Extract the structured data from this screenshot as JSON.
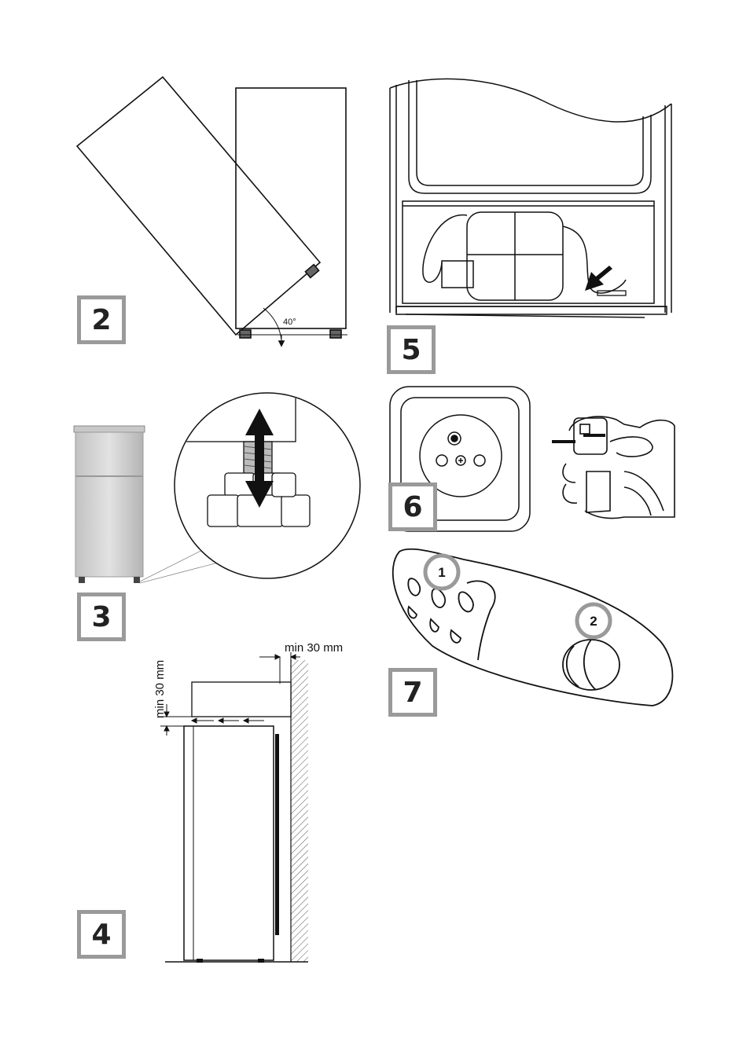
{
  "figures": {
    "fig2": {
      "number": "2",
      "angle_label": "40°"
    },
    "fig3": {
      "number": "3"
    },
    "fig4": {
      "number": "4",
      "top_gap_label": "min 30 mm",
      "side_gap_label": "min 30 mm"
    },
    "fig5": {
      "number": "5"
    },
    "fig6": {
      "number": "6"
    },
    "fig7": {
      "number": "7",
      "callout_1": "1",
      "callout_2": "2"
    }
  },
  "colors": {
    "badge_border": "#9a9a9a",
    "line": "#111111",
    "fridge_body": "#d8d8d8",
    "callout_ring": "#9a9a9a"
  }
}
